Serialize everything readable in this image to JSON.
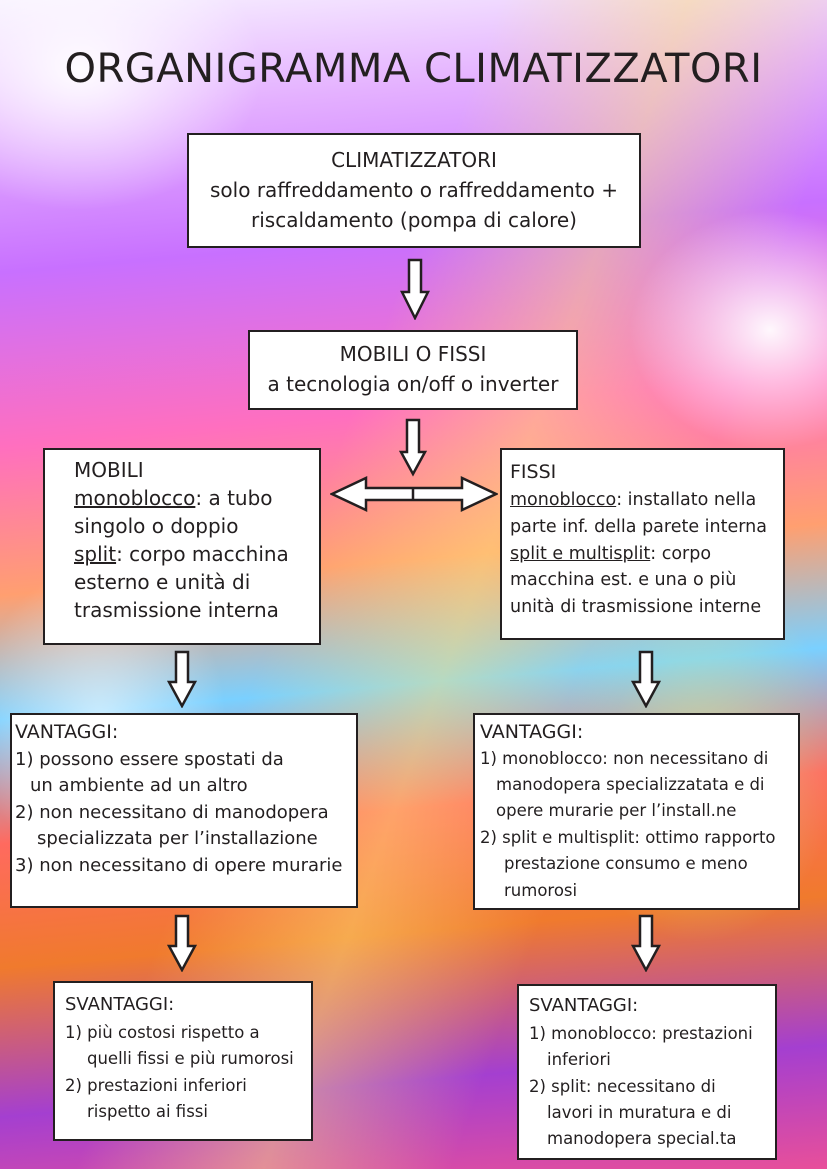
{
  "title": "ORGANIGRAMMA CLIMATIZZATORI",
  "top_box": {
    "line1": "CLIMATIZZATORI",
    "line2": "solo raffreddamento o raffreddamento +",
    "line3": "riscaldamento (pompa di calore)"
  },
  "type_box": {
    "line1": "MOBILI O FISSI",
    "line2": "a tecnologia on/off o inverter"
  },
  "mobili": {
    "heading": "MOBILI",
    "mono_label": "monoblocco",
    "mono_text_1": ": a tubo",
    "mono_text_2": "singolo o doppio",
    "split_label": "split",
    "split_text_1": ": corpo macchina",
    "split_text_2": "esterno e unità di",
    "split_text_3": "trasmissione interna"
  },
  "fissi": {
    "heading": "FISSI",
    "mono_label": "monoblocco",
    "mono_text_1": ": installato nella",
    "mono_text_2": "parte inf. della parete interna",
    "split_label": "split e multisplit",
    "split_text_1": ": corpo",
    "split_text_2": "macchina est. e una o più",
    "split_text_3": "unità di trasmissione interne"
  },
  "vantaggi_left": {
    "heading": "VANTAGGI:",
    "lines": [
      "1) possono essere spostati da",
      "un ambiente ad un altro",
      "2) non necessitano di manodopera",
      "specializzata per l’installazione",
      "3) non necessitano di opere murarie"
    ]
  },
  "vantaggi_right": {
    "heading": "VANTAGGI:",
    "lines": [
      "1) monoblocco: non necessitano di",
      "manodopera specializzatata e di",
      "opere murarie per l’install.ne",
      "2) split e multisplit: ottimo rapporto",
      "prestazione consumo e meno",
      "rumorosi"
    ]
  },
  "svantaggi_left": {
    "heading": "SVANTAGGI:",
    "lines": [
      "1) più costosi rispetto a",
      "quelli fissi e più rumorosi",
      "2) prestazioni inferiori",
      "rispetto ai fissi"
    ]
  },
  "svantaggi_right": {
    "heading": "SVANTAGGI:",
    "lines": [
      "1) monoblocco: prestazioni",
      "inferiori",
      "2) split: necessitano di",
      "lavori in muratura e di",
      "manodopera special.ta"
    ]
  }
}
